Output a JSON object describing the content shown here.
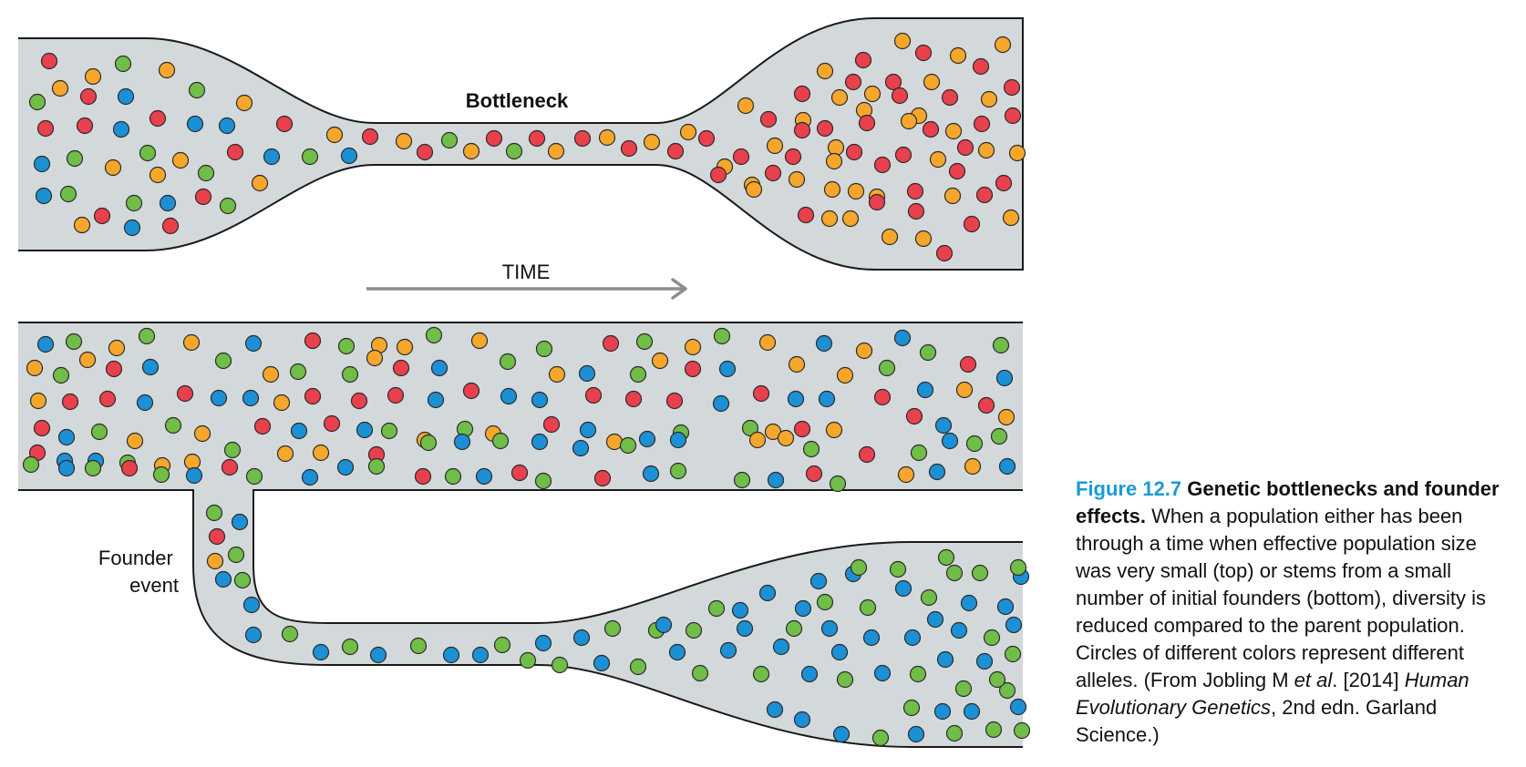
{
  "labels": {
    "bottleneck": "Bottleneck",
    "time": "TIME",
    "founder_line1": "Founder",
    "founder_line2": "event"
  },
  "caption": {
    "figure_number": "Figure 12.7",
    "title": "Genetic bottlenecks and founder effects.",
    "body_1": "When a population either has been through a time when effective population size was very small (top) or stems from a small number of initial founders (bottom), diversity is reduced compared to the parent population. Circles of different colors represent different alleles. (From Jobling M ",
    "italic_et_al": "et al",
    "body_2": ". [2014] ",
    "italic_book": "Human Evolutionary Genetics",
    "body_3": ", 2nd edn. Garland Science.)"
  },
  "colors": {
    "red": "#e8414d",
    "orange": "#f6a72b",
    "green": "#70bd48",
    "blue": "#1c90d4",
    "tube": "#d3d8db",
    "arrow": "#8c8c8c",
    "caption_accent": "#1b9ad6"
  }
}
